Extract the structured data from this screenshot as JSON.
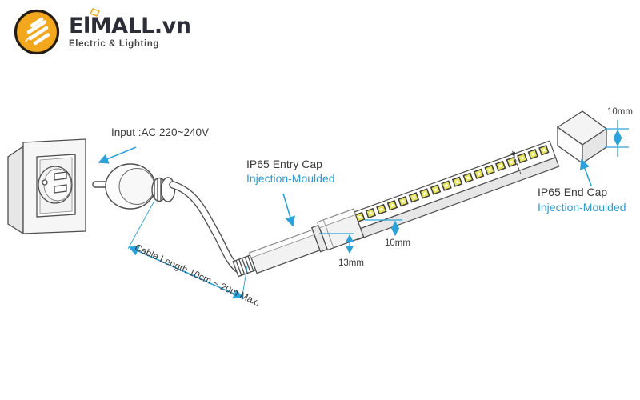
{
  "brand": {
    "name": "ElMALL.vn",
    "tagline": "Electric & Lighting"
  },
  "labels": {
    "input": "Input :AC 220~240V",
    "entry_cap_title": "IP65 Entry Cap",
    "entry_cap_sub": "Injection-Moulded",
    "end_cap_title": "IP65 End Cap",
    "end_cap_sub": "Injection-Moulded",
    "cable_length": "Cable Length 10cm ~ 20m Max."
  },
  "dimensions": {
    "cap_height": "13mm",
    "strip_width": "10mm",
    "end_cap_width": "10mm"
  },
  "colors": {
    "annotation_blue": "#2ba2da",
    "line_dark": "#4f4f4f",
    "text_dark": "#3a3a3a",
    "led_yellow": "#e9e55f",
    "logo_yellow": "#f3a71d"
  },
  "diagram": {
    "led_count": 18
  }
}
